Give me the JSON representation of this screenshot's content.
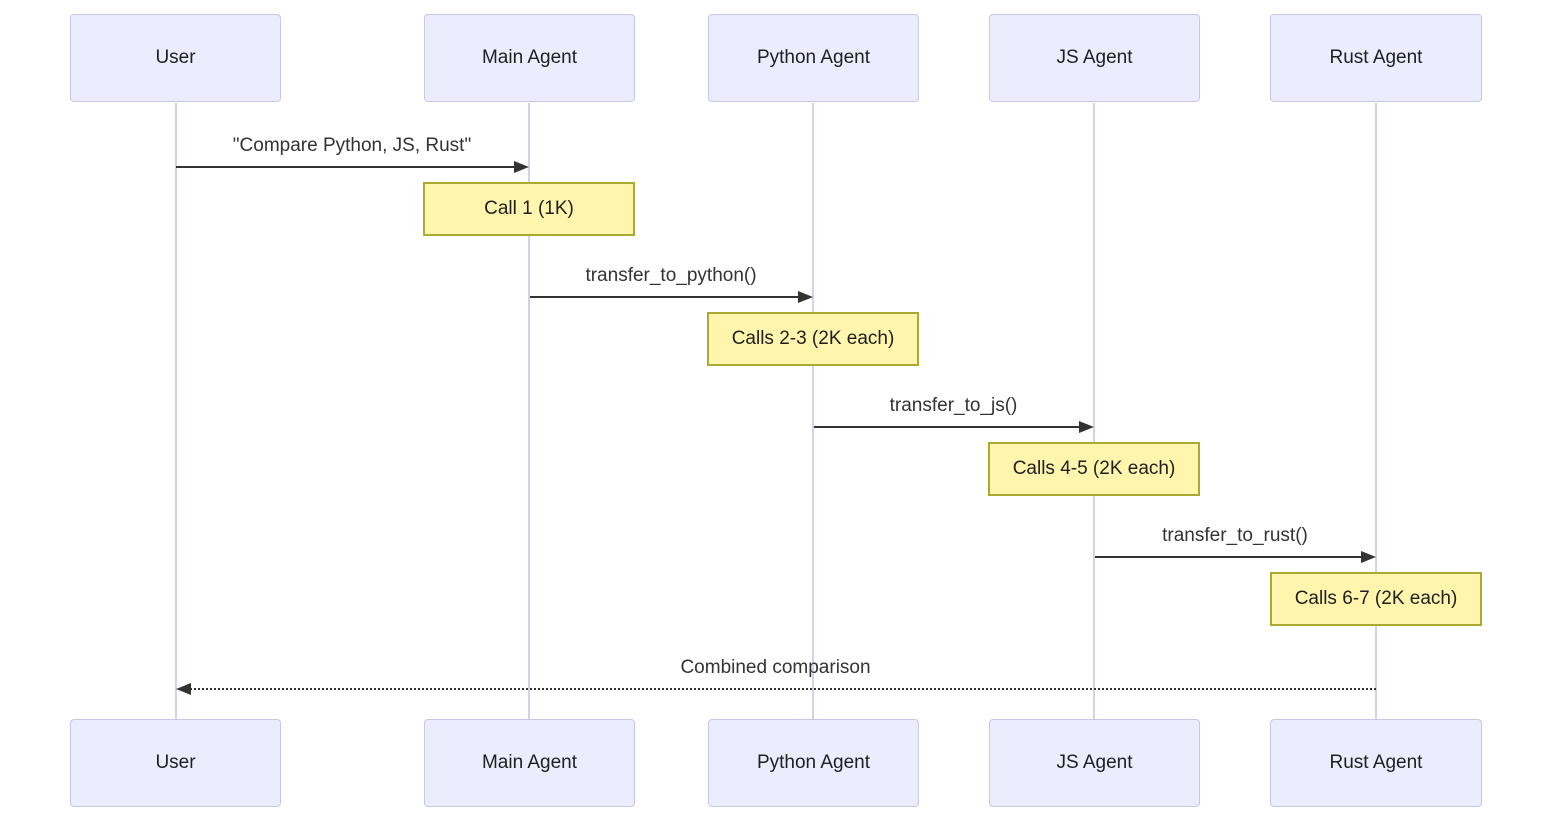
{
  "diagram": {
    "type": "sequence-diagram",
    "actors": [
      {
        "id": "user",
        "label": "User"
      },
      {
        "id": "main-agent",
        "label": "Main Agent"
      },
      {
        "id": "python-agent",
        "label": "Python Agent"
      },
      {
        "id": "js-agent",
        "label": "JS Agent"
      },
      {
        "id": "rust-agent",
        "label": "Rust Agent"
      }
    ],
    "messages": [
      {
        "from": "User",
        "to": "Main Agent",
        "label": "\"Compare Python, JS, Rust\"",
        "line_style": "solid"
      },
      {
        "from": "Main Agent",
        "to": "Python Agent",
        "label": "transfer_to_python()",
        "line_style": "solid"
      },
      {
        "from": "Python Agent",
        "to": "JS Agent",
        "label": "transfer_to_js()",
        "line_style": "solid"
      },
      {
        "from": "JS Agent",
        "to": "Rust Agent",
        "label": "transfer_to_rust()",
        "line_style": "solid"
      },
      {
        "from": "Rust Agent",
        "to": "User",
        "label": "Combined comparison",
        "line_style": "dashed"
      }
    ],
    "notes": [
      {
        "over": "Main Agent",
        "label": "Call 1 (1K)"
      },
      {
        "over": "Python Agent",
        "label": "Calls 2-3 (2K each)"
      },
      {
        "over": "JS Agent",
        "label": "Calls 4-5 (2K each)"
      },
      {
        "over": "Rust Agent",
        "label": "Calls 6-7 (2K each)"
      }
    ],
    "colors": {
      "actor_fill": "#ECECFF",
      "actor_border": "#C6C6E8",
      "lifeline": "#D2D2EC",
      "note_fill": "#FFF5AD",
      "note_border": "#AAAA33",
      "arrow": "#333333",
      "text": "#1F1F1F",
      "background": "#FFFFFF"
    }
  }
}
